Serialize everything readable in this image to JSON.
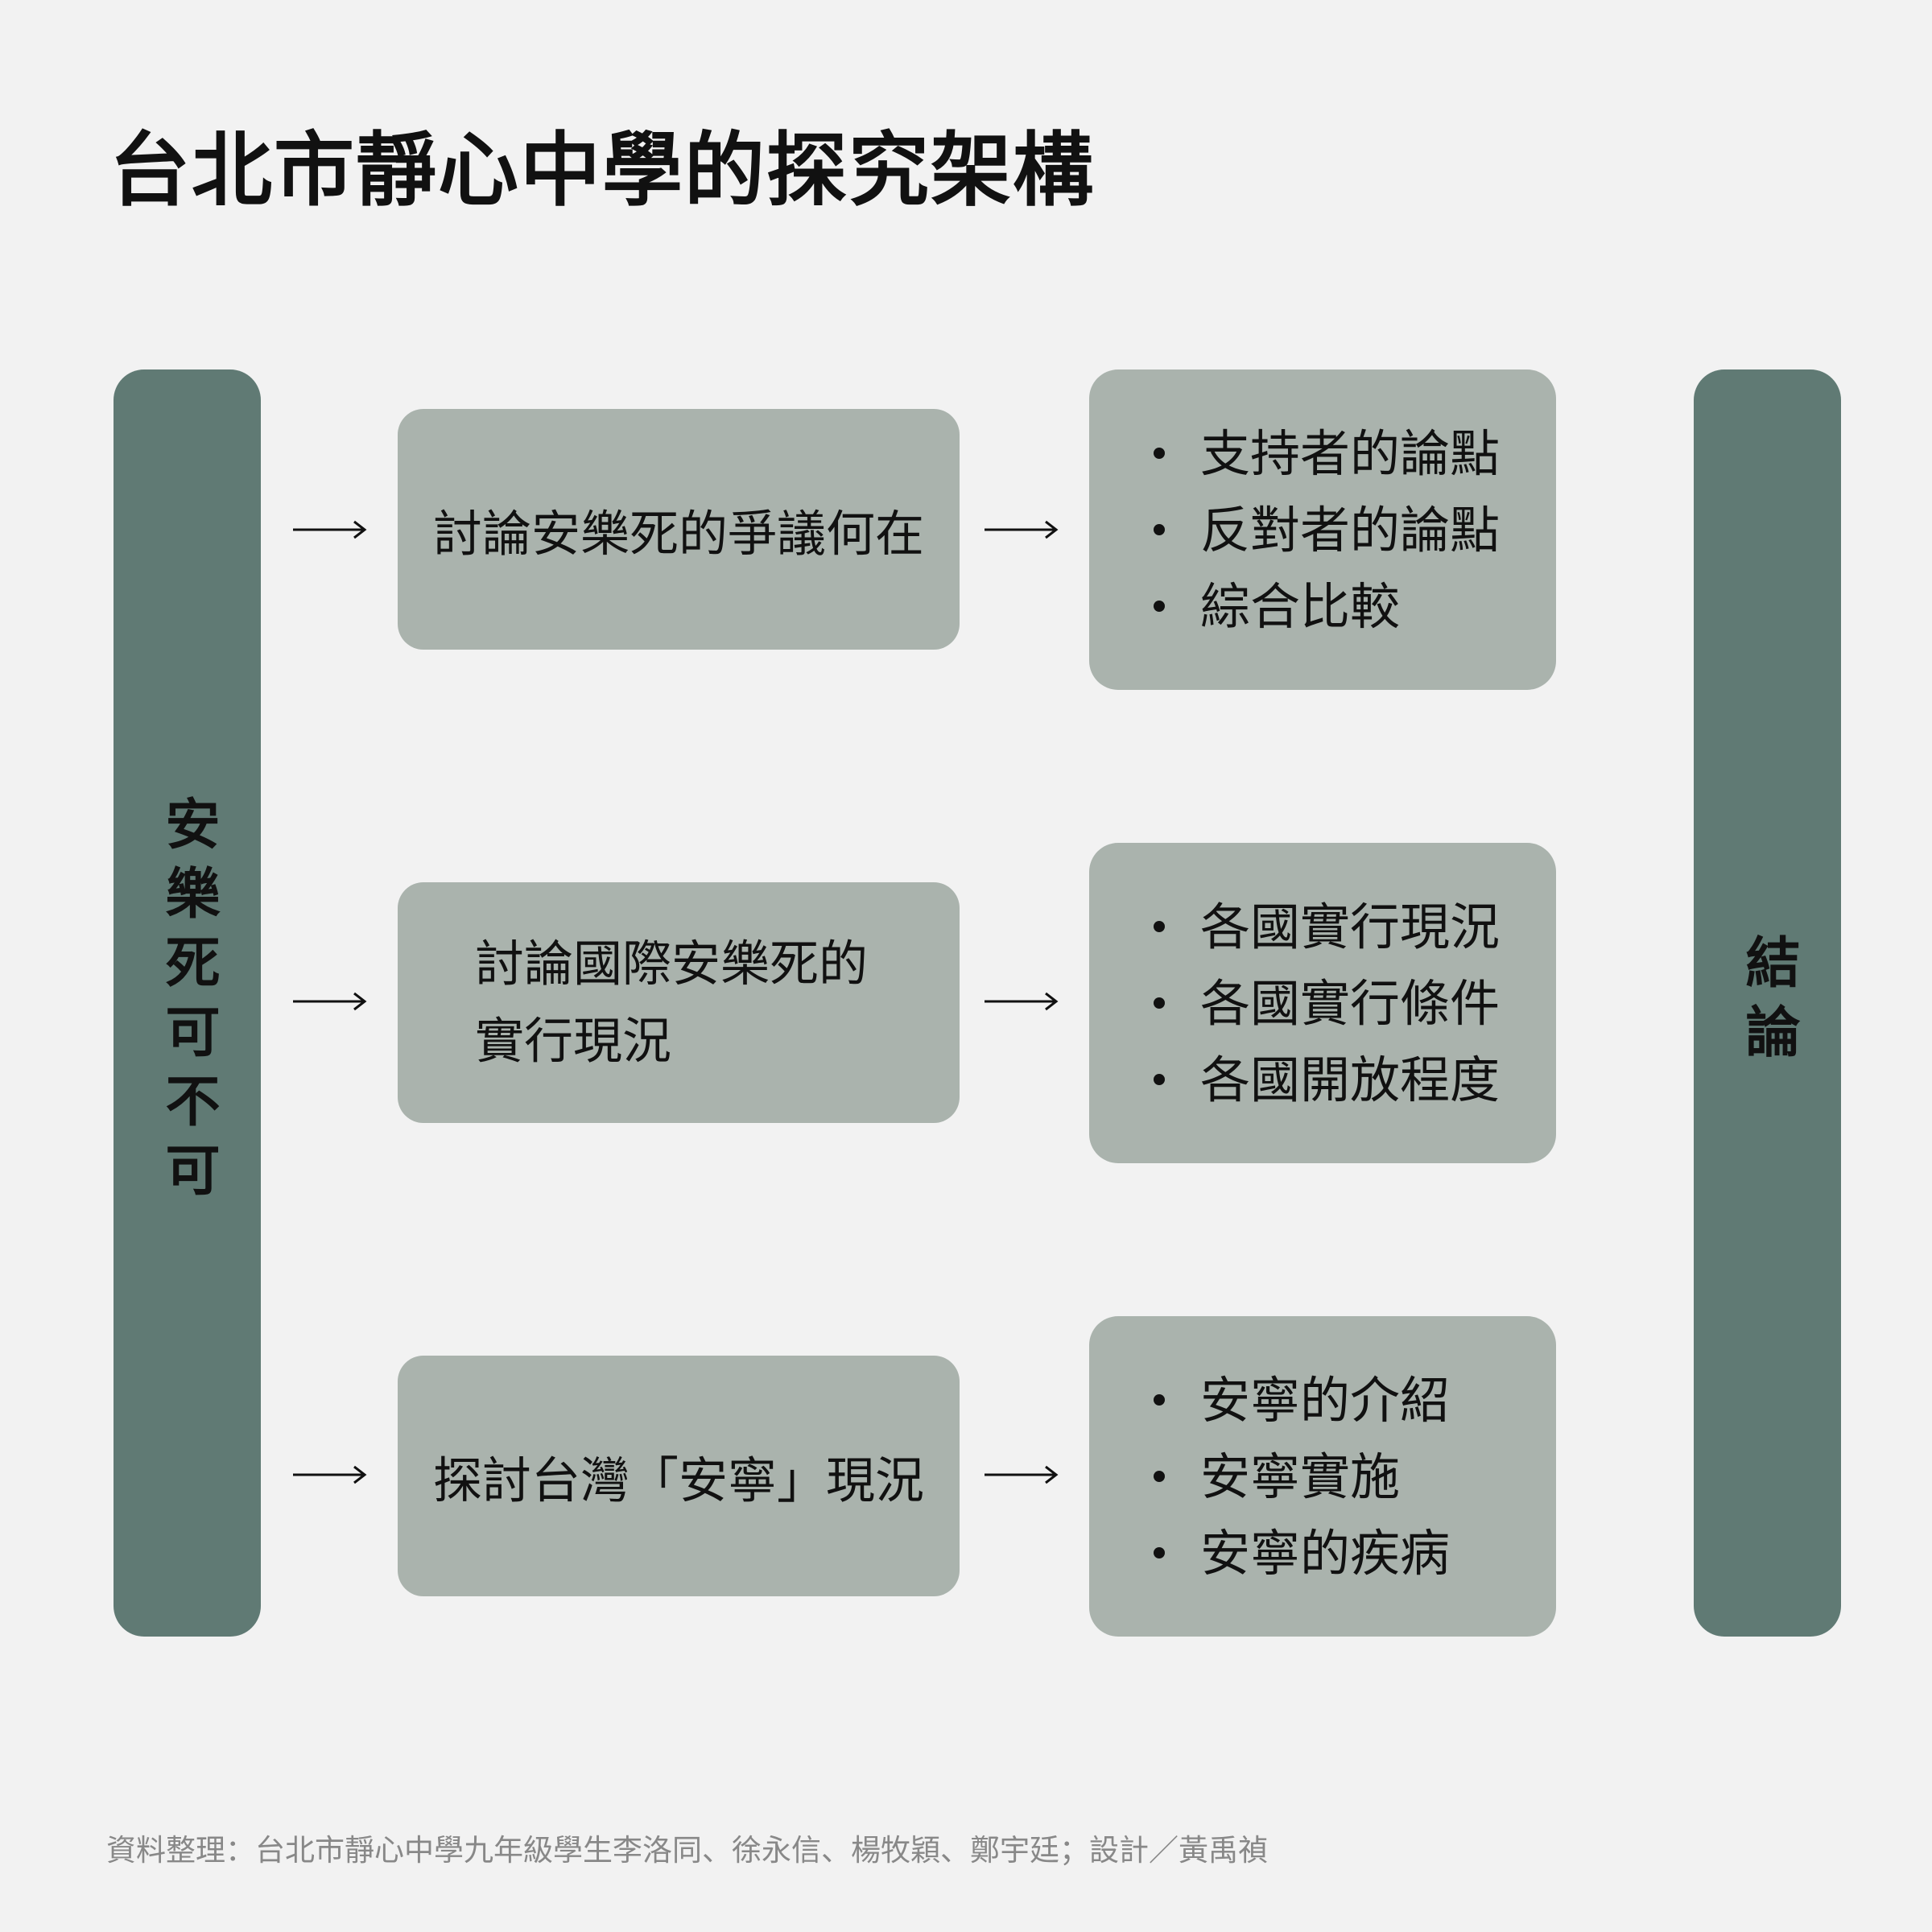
{
  "title": "台北市靜心中學的探究架構",
  "left_bar": "安樂死可不可",
  "right_bar": "結論",
  "rows": [
    {
      "topic": [
        "討論安樂死的爭議何在"
      ],
      "items": [
        "支持者的論點",
        "反對者的論點",
        "綜合比較"
      ]
    },
    {
      "topic": [
        "討論國際安樂死的",
        "實行現況"
      ],
      "items": [
        "各國實行現況",
        "各國實行條件",
        "各國開放程度"
      ]
    },
    {
      "topic": [
        "探討台灣「安寧」現況"
      ],
      "items": [
        "安寧的介紹",
        "安寧實施",
        "安寧的疾病"
      ]
    }
  ],
  "footer": "資料整理：台北市靜心中學九年級學生李洛同、徐永信、楊牧穎、鄭宇廷；設計／黃禹禎",
  "colors": {
    "background": "#f2f2f2",
    "dark": "#607a74",
    "light": "#aab3ad"
  }
}
